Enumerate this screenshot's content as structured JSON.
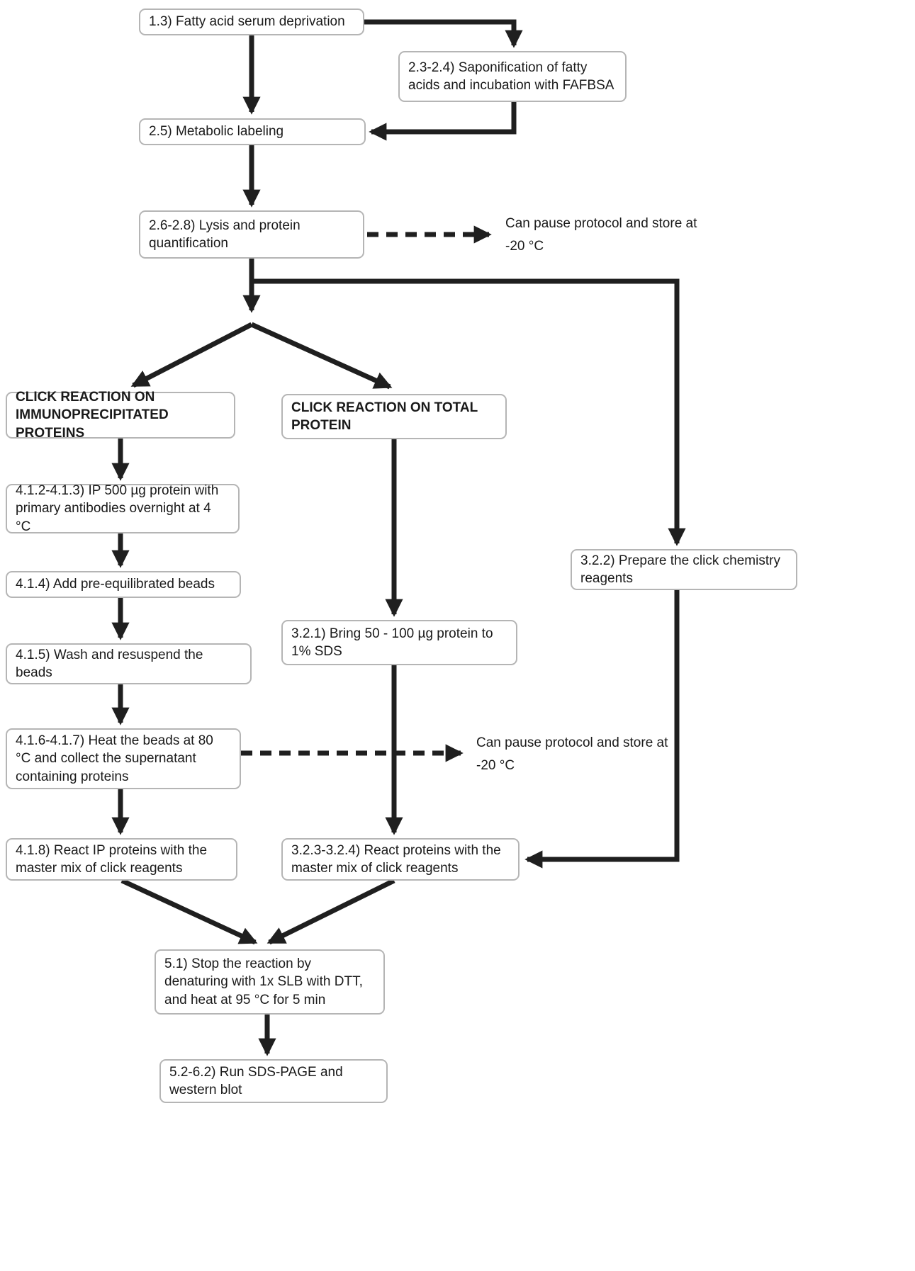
{
  "nodes": {
    "serum_deprivation": "1.3) Fatty acid serum deprivation",
    "saponification": "2.3-2.4) Saponification of fatty acids and incubation with FAFBSA",
    "metabolic_labeling": "2.5) Metabolic labeling",
    "lysis": "2.6-2.8) Lysis and protein quantification",
    "branch_ip_header": "CLICK REACTION ON IMMUNOPRECIPITATED PROTEINS",
    "branch_total_header": "CLICK REACTION ON TOTAL PROTEIN",
    "ip_antibodies": "4.1.2-4.1.3) IP 500 µg protein with primary antibodies overnight at 4 °C",
    "add_beads": "4.1.4) Add pre-equilibrated beads",
    "wash_beads": "4.1.5) Wash and resuspend the beads",
    "heat_beads": "4.1.6-4.1.7) Heat the beads at 80 °C and collect the supernatant containing proteins",
    "react_ip": "4.1.8) React IP proteins with the master mix of click reagents",
    "bring_sds": "3.2.1) Bring 50 - 100 µg protein to 1% SDS",
    "prepare_reagents": "3.2.2) Prepare the click chemistry reagents",
    "react_total": "3.2.3-3.2.4) React proteins with the master mix of click reagents",
    "stop_reaction": "5.1) Stop the reaction by denaturing with 1x SLB with DTT, and heat at 95 °C for 5 min",
    "run_sds_page": "5.2-6.2) Run SDS-PAGE and western blot"
  },
  "annotations": {
    "pause_store_top": "Can pause protocol and store at -20 °C",
    "pause_store_bottom": "Can pause protocol and store at -20 °C"
  },
  "colors": {
    "arrow": "#1f1f1f",
    "box_border": "#b5b5b5",
    "text": "#1a1a1a"
  }
}
